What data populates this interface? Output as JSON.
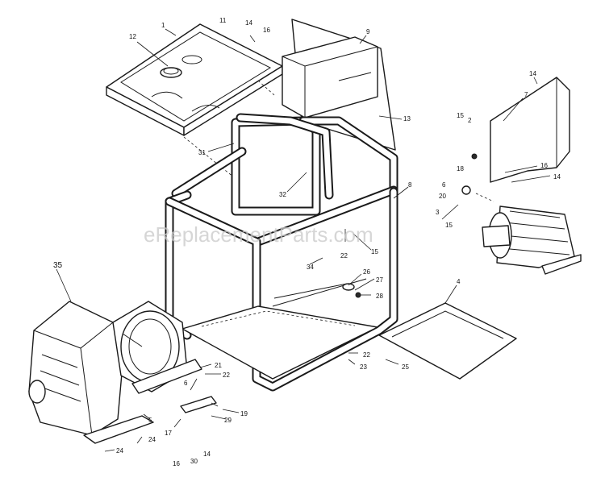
{
  "watermark": "eReplacementParts.com",
  "callouts": [
    {
      "id": "c-1-tank",
      "text": "1"
    },
    {
      "id": "c-12",
      "text": "12"
    },
    {
      "id": "c-11",
      "text": "11"
    },
    {
      "id": "c-14-top",
      "text": "14"
    },
    {
      "id": "c-16-top",
      "text": "16"
    },
    {
      "id": "c-9",
      "text": "9"
    },
    {
      "id": "c-13",
      "text": "13"
    },
    {
      "id": "c-31",
      "text": "31"
    },
    {
      "id": "c-32",
      "text": "32"
    },
    {
      "id": "c-8",
      "text": "8"
    },
    {
      "id": "c-15-frame",
      "text": "15"
    },
    {
      "id": "c-22-mid",
      "text": "22"
    },
    {
      "id": "c-34",
      "text": "34"
    },
    {
      "id": "c-26",
      "text": "26"
    },
    {
      "id": "c-27",
      "text": "27"
    },
    {
      "id": "c-28",
      "text": "28"
    },
    {
      "id": "c-22-low",
      "text": "22"
    },
    {
      "id": "c-23",
      "text": "23"
    },
    {
      "id": "c-25",
      "text": "25"
    },
    {
      "id": "c-4",
      "text": "4"
    },
    {
      "id": "c-14-r",
      "text": "14"
    },
    {
      "id": "c-7",
      "text": "7"
    },
    {
      "id": "c-15-r",
      "text": "15"
    },
    {
      "id": "c-2",
      "text": "2"
    },
    {
      "id": "c-16-r",
      "text": "16"
    },
    {
      "id": "c-14-r2",
      "text": "14"
    },
    {
      "id": "c-18",
      "text": "18"
    },
    {
      "id": "c-6-r",
      "text": "6"
    },
    {
      "id": "c-20",
      "text": "20"
    },
    {
      "id": "c-3",
      "text": "3"
    },
    {
      "id": "c-15-r2",
      "text": "15"
    },
    {
      "id": "c-35",
      "text": "35"
    },
    {
      "id": "c-21",
      "text": "21"
    },
    {
      "id": "c-22-eng",
      "text": "22"
    },
    {
      "id": "c-6-eng",
      "text": "6"
    },
    {
      "id": "c-5",
      "text": "5"
    },
    {
      "id": "c-24-a",
      "text": "24"
    },
    {
      "id": "c-24-b",
      "text": "24"
    },
    {
      "id": "c-17",
      "text": "17"
    },
    {
      "id": "c-29",
      "text": "29"
    },
    {
      "id": "c-19",
      "text": "19"
    },
    {
      "id": "c-16-bot",
      "text": "16"
    },
    {
      "id": "c-30",
      "text": "30"
    },
    {
      "id": "c-14-bot",
      "text": "14"
    }
  ]
}
